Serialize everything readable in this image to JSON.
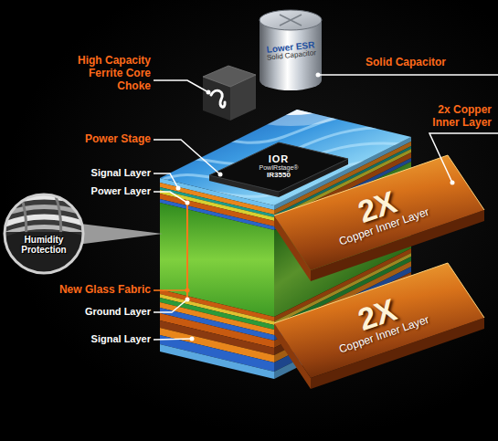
{
  "diagram": {
    "nodes": [
      {
        "text": [
          "Lower ESR",
          "Solid Capacitor"
        ]
      },
      {
        "text": [
          "IOR",
          "PowIRstage®",
          "IR3550"
        ]
      },
      {
        "text": [
          "Humidity Protection"
        ]
      },
      {
        "text": [
          "2X",
          "Copper Inner Layer"
        ]
      },
      {
        "text": [
          "2X",
          "Copper Inner Layer"
        ]
      }
    ],
    "labels": [
      "High Capacity Ferrite Core Choke",
      "Solid Capacitor",
      "Power Stage",
      "2x Copper Inner Layer",
      "Signal Layer",
      "Power Layer",
      "New Glass Fabric",
      "Ground Layer",
      "Signal Layer"
    ]
  }
}
